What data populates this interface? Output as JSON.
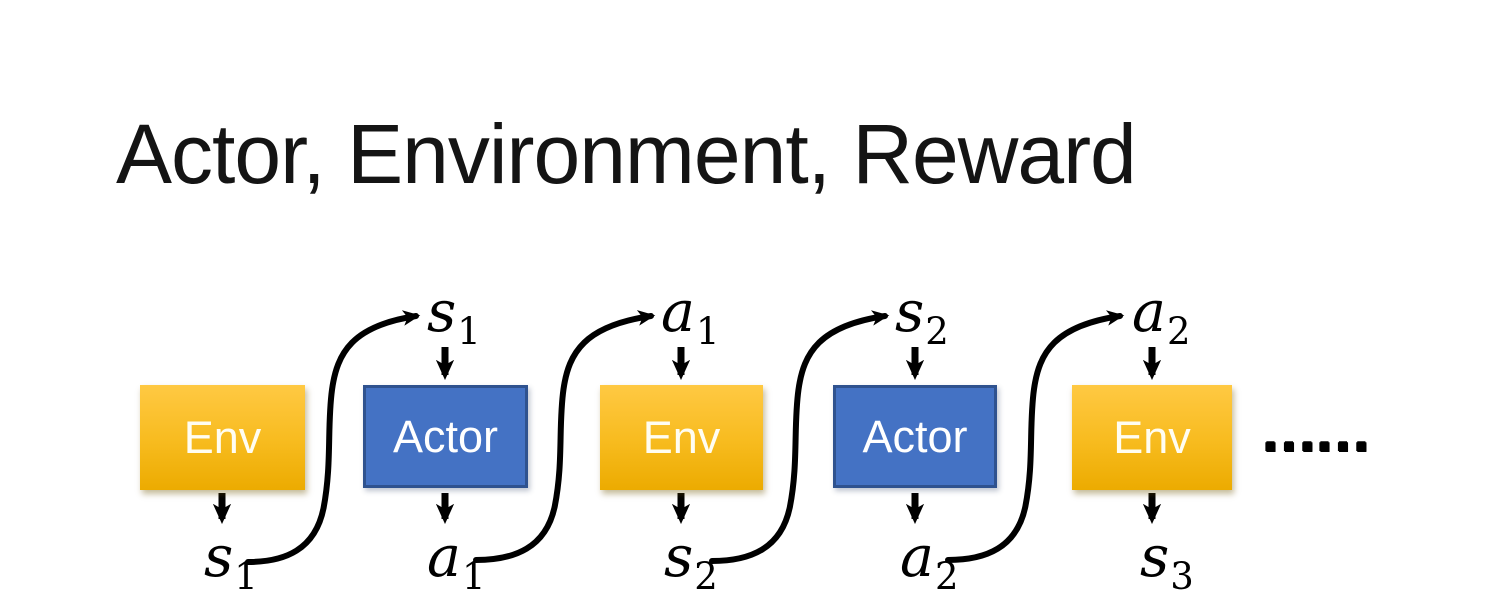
{
  "title": "Actor, Environment, Reward",
  "diagram": {
    "boxes": [
      {
        "label": "Env",
        "type": "environment"
      },
      {
        "label": "Actor",
        "type": "actor"
      },
      {
        "label": "Env",
        "type": "environment"
      },
      {
        "label": "Actor",
        "type": "actor"
      },
      {
        "label": "Env",
        "type": "environment"
      }
    ],
    "top_labels": [
      {
        "var": "s",
        "sub": "1"
      },
      {
        "var": "a",
        "sub": "1"
      },
      {
        "var": "s",
        "sub": "2"
      },
      {
        "var": "a",
        "sub": "2"
      }
    ],
    "bottom_labels": [
      {
        "var": "s",
        "sub": "1"
      },
      {
        "var": "a",
        "sub": "1"
      },
      {
        "var": "s",
        "sub": "2"
      },
      {
        "var": "a",
        "sub": "2"
      },
      {
        "var": "s",
        "sub": "3"
      }
    ],
    "ellipsis": "……",
    "colors": {
      "env_gradient_top": "#FFC943",
      "env_gradient_bottom": "#ECAB00",
      "actor_fill": "#4472C4",
      "actor_border": "#2F528F",
      "arrow": "#000000",
      "title_text": "#141414",
      "box_text": "#FFFFFF",
      "background": "#FFFFFF"
    }
  }
}
